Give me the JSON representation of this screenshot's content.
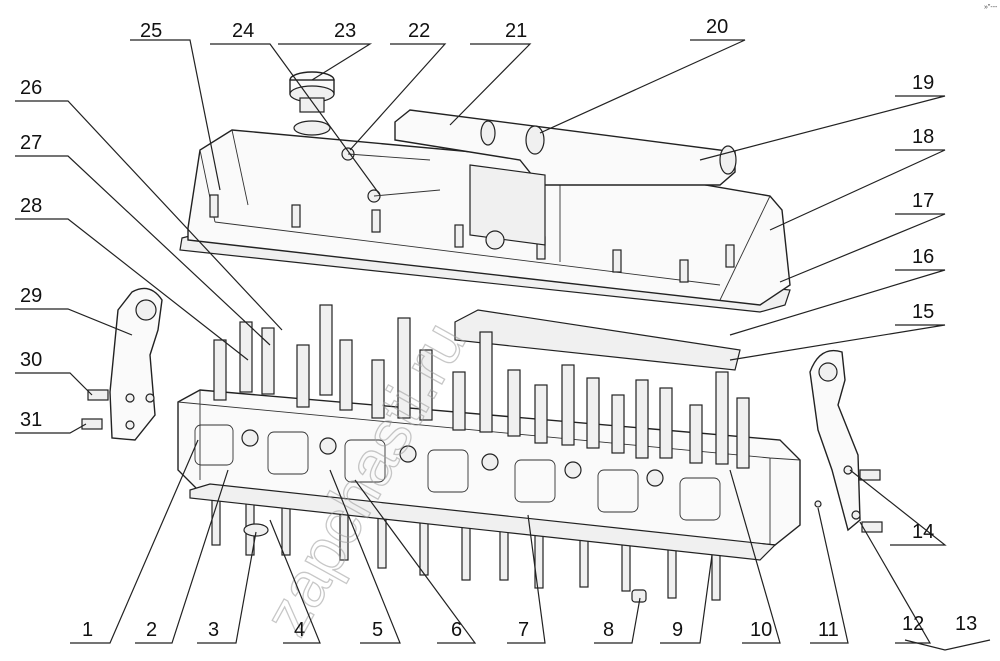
{
  "watermark": "zapchasti.ru",
  "corner_mark": "»\"---",
  "callouts": [
    {
      "id": "1",
      "label": "1"
    },
    {
      "id": "2",
      "label": "2"
    },
    {
      "id": "3",
      "label": "3"
    },
    {
      "id": "4",
      "label": "4"
    },
    {
      "id": "5",
      "label": "5"
    },
    {
      "id": "6",
      "label": "6"
    },
    {
      "id": "7",
      "label": "7"
    },
    {
      "id": "8",
      "label": "8"
    },
    {
      "id": "9",
      "label": "9"
    },
    {
      "id": "10",
      "label": "10"
    },
    {
      "id": "11",
      "label": "11"
    },
    {
      "id": "12",
      "label": "12"
    },
    {
      "id": "13",
      "label": "13"
    },
    {
      "id": "14",
      "label": "14"
    },
    {
      "id": "15",
      "label": "15"
    },
    {
      "id": "16",
      "label": "16"
    },
    {
      "id": "17",
      "label": "17"
    },
    {
      "id": "18",
      "label": "18"
    },
    {
      "id": "19",
      "label": "19"
    },
    {
      "id": "20",
      "label": "20"
    },
    {
      "id": "21",
      "label": "21"
    },
    {
      "id": "22",
      "label": "22"
    },
    {
      "id": "23",
      "label": "23"
    },
    {
      "id": "24",
      "label": "24"
    },
    {
      "id": "25",
      "label": "25"
    },
    {
      "id": "26",
      "label": "26"
    },
    {
      "id": "27",
      "label": "27"
    },
    {
      "id": "28",
      "label": "28"
    },
    {
      "id": "29",
      "label": "29"
    },
    {
      "id": "30",
      "label": "30"
    },
    {
      "id": "31",
      "label": "31"
    }
  ]
}
